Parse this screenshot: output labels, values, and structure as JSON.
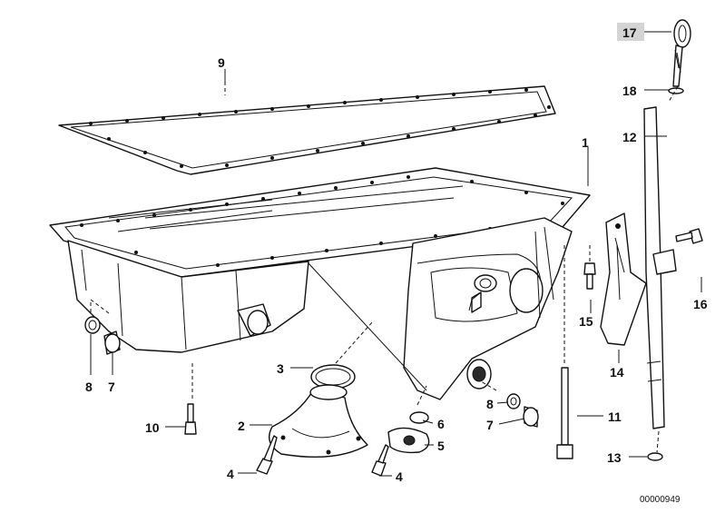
{
  "diagram": {
    "reference_code": "00000949",
    "highlighted_callout": "17",
    "callouts": {
      "c1": "1",
      "c2": "2",
      "c3": "3",
      "c4a": "4",
      "c4b": "4",
      "c5": "5",
      "c6": "6",
      "c7a": "7",
      "c7b": "7",
      "c8a": "8",
      "c8b": "8",
      "c9": "9",
      "c10": "10",
      "c11": "11",
      "c12": "12",
      "c13": "13",
      "c14": "14",
      "c15": "15",
      "c16": "16",
      "c17": "17",
      "c18": "18"
    }
  }
}
